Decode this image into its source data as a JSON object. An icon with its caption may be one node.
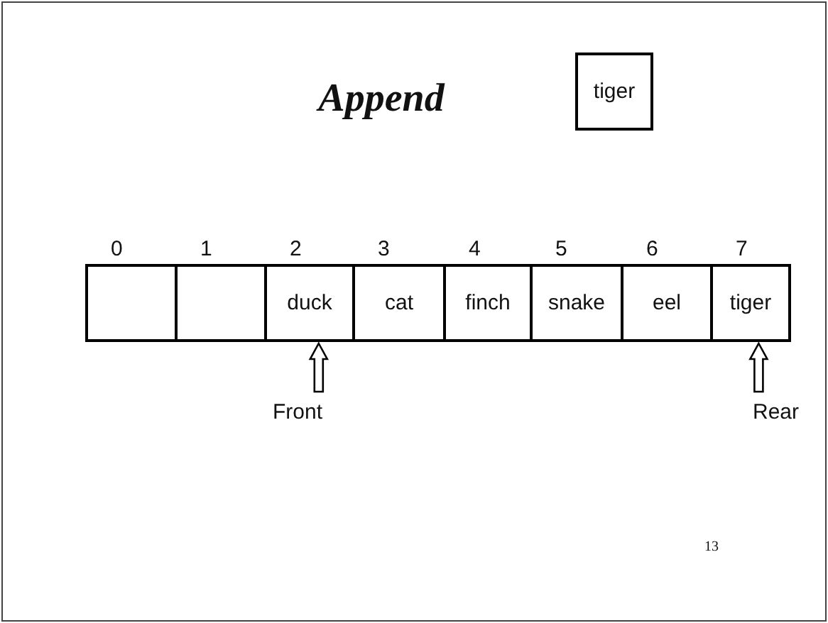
{
  "diagram": {
    "title": "Append",
    "nodes": [
      {
        "text": [
          "tiger"
        ]
      },
      {
        "text": [],
        "shape": "box",
        "beside": [
          "0"
        ]
      },
      {
        "text": [],
        "shape": "box",
        "beside": [
          "1"
        ]
      },
      {
        "text": [
          "duck"
        ],
        "beside": [
          "2"
        ]
      },
      {
        "text": [
          "cat"
        ],
        "beside": [
          "3"
        ]
      },
      {
        "text": [
          "finch"
        ],
        "beside": [
          "4"
        ]
      },
      {
        "text": [
          "snake"
        ],
        "beside": [
          "5"
        ]
      },
      {
        "text": [
          "eel"
        ],
        "beside": [
          "6"
        ]
      },
      {
        "text": [
          "tiger"
        ],
        "beside": [
          "7"
        ]
      },
      {
        "text": [
          "Front"
        ]
      },
      {
        "text": [
          "Rear"
        ]
      }
    ],
    "edges": [
      {
        "from": 9,
        "to": 3,
        "arrow": "to"
      },
      {
        "from": 10,
        "to": 8,
        "arrow": "to"
      }
    ],
    "labels": [
      "13"
    ]
  }
}
